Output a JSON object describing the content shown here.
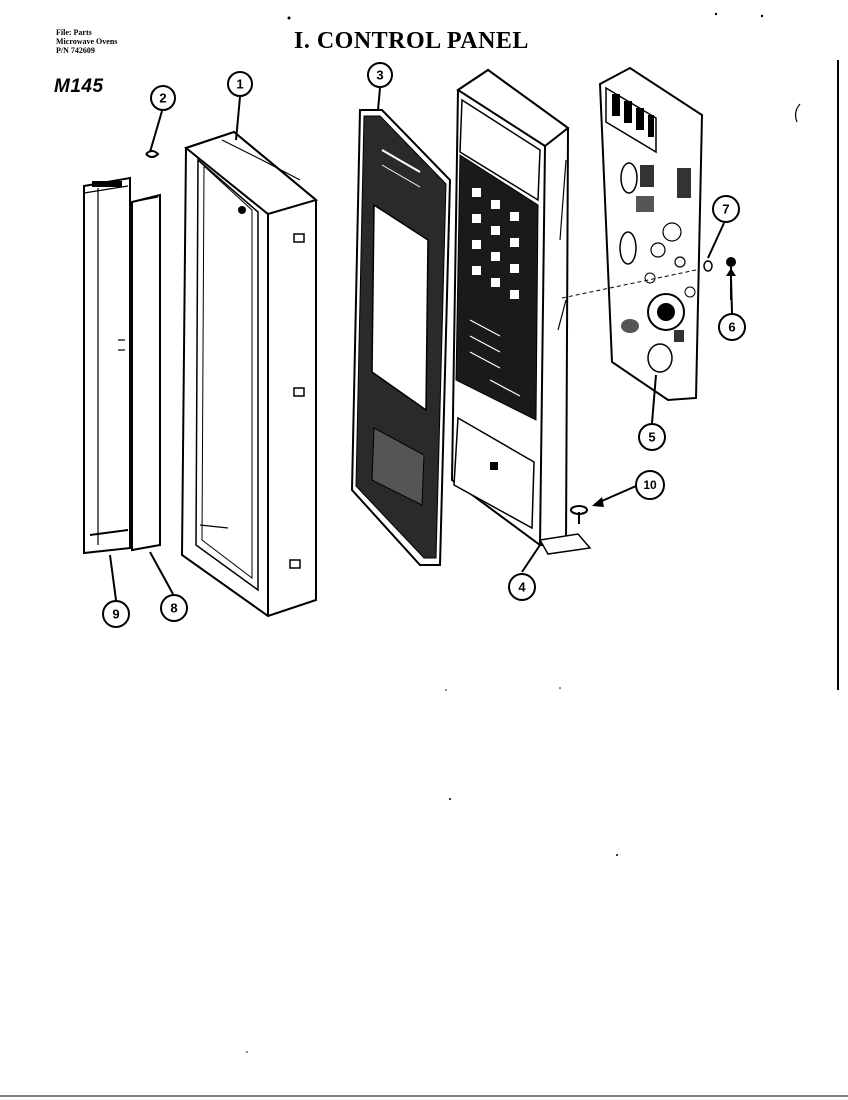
{
  "header": {
    "file_line": "File: Parts",
    "category_line": "Microwave Ovens",
    "pn_line": "P/N 742609",
    "model": "M145",
    "title": "I. CONTROL PANEL"
  },
  "callouts": [
    {
      "id": "1",
      "label": "1"
    },
    {
      "id": "2",
      "label": "2"
    },
    {
      "id": "3",
      "label": "3"
    },
    {
      "id": "4",
      "label": "4"
    },
    {
      "id": "5",
      "label": "5"
    },
    {
      "id": "6",
      "label": "6"
    },
    {
      "id": "7",
      "label": "7"
    },
    {
      "id": "8",
      "label": "8"
    },
    {
      "id": "9",
      "label": "9"
    },
    {
      "id": "10",
      "label": "10"
    }
  ]
}
